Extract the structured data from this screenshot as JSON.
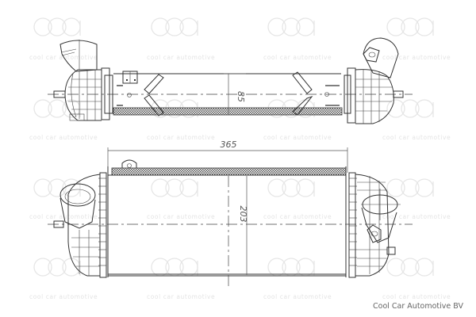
{
  "drawing": {
    "subject": "Intercooler technical drawing",
    "views": [
      {
        "name": "top-view",
        "dimension_label": "85",
        "dimension_axis": "vertical"
      },
      {
        "name": "front-view",
        "dimension_label": "203",
        "dimension_axis": "vertical"
      }
    ],
    "overall_width_label": "365"
  },
  "dimensions": {
    "width": "365",
    "top_height": "85",
    "front_height": "203"
  },
  "watermark": {
    "logo": "cca",
    "tagline": "cool car automotive",
    "color": "#e4e4e4"
  },
  "footer": {
    "company": "Cool Car Automotive BV"
  },
  "colors": {
    "line": "#333333",
    "hatch": "#555555",
    "background": "#ffffff"
  }
}
